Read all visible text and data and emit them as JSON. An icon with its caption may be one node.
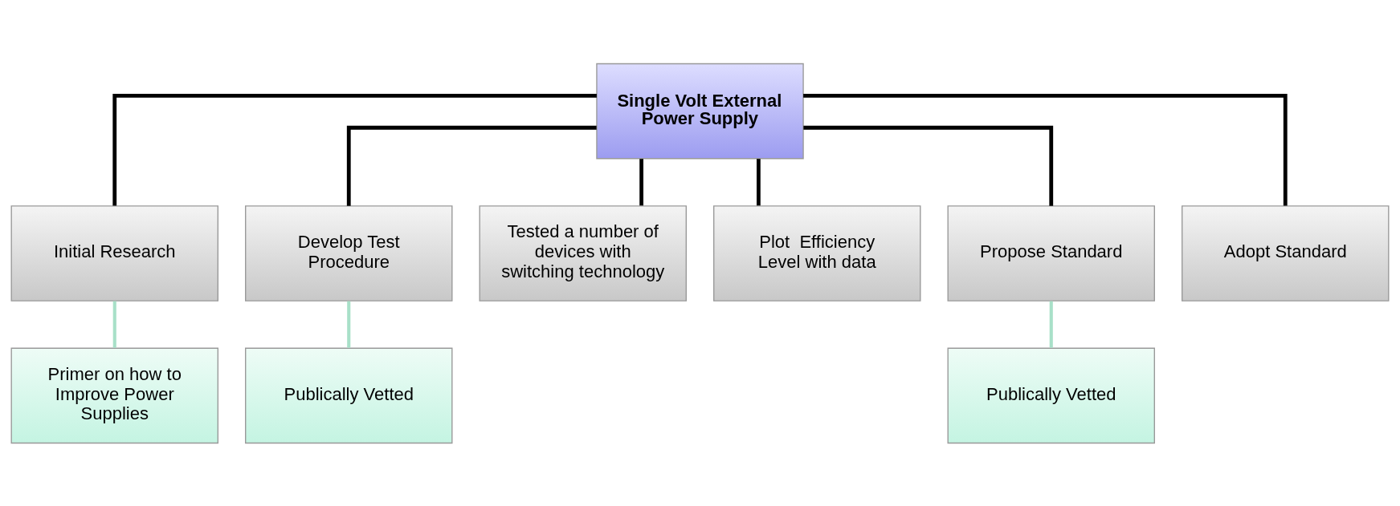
{
  "diagram": {
    "nodes": [
      {
        "text": [
          "Single Volt External Power Supply"
        ]
      },
      {
        "text": [
          "Initial Research"
        ]
      },
      {
        "text": [
          "Develop Test Procedure"
        ]
      },
      {
        "text": [
          "Tested a number of devices with switching technology"
        ]
      },
      {
        "text": [
          "Plot  Efficiency Level with data"
        ]
      },
      {
        "text": [
          "Propose Standard"
        ]
      },
      {
        "text": [
          "Adopt Standard"
        ]
      },
      {
        "text": [
          "Primer on how to Improve Power Supplies"
        ]
      },
      {
        "text": [
          "Publically Vetted"
        ]
      },
      {
        "text": [
          "Publically Vetted"
        ]
      }
    ],
    "edges": [
      {
        "from": 0,
        "to": 1,
        "arrow": "none"
      },
      {
        "from": 0,
        "to": 2,
        "arrow": "none"
      },
      {
        "from": 0,
        "to": 3,
        "arrow": "none"
      },
      {
        "from": 0,
        "to": 4,
        "arrow": "none"
      },
      {
        "from": 0,
        "to": 5,
        "arrow": "none"
      },
      {
        "from": 0,
        "to": 6,
        "arrow": "none"
      },
      {
        "from": 1,
        "to": 7,
        "arrow": "none",
        "color": "#a8e0c8"
      },
      {
        "from": 2,
        "to": 8,
        "arrow": "none",
        "color": "#a8e0c8"
      },
      {
        "from": 5,
        "to": 9,
        "arrow": "none",
        "color": "#a8e0c8"
      }
    ]
  }
}
